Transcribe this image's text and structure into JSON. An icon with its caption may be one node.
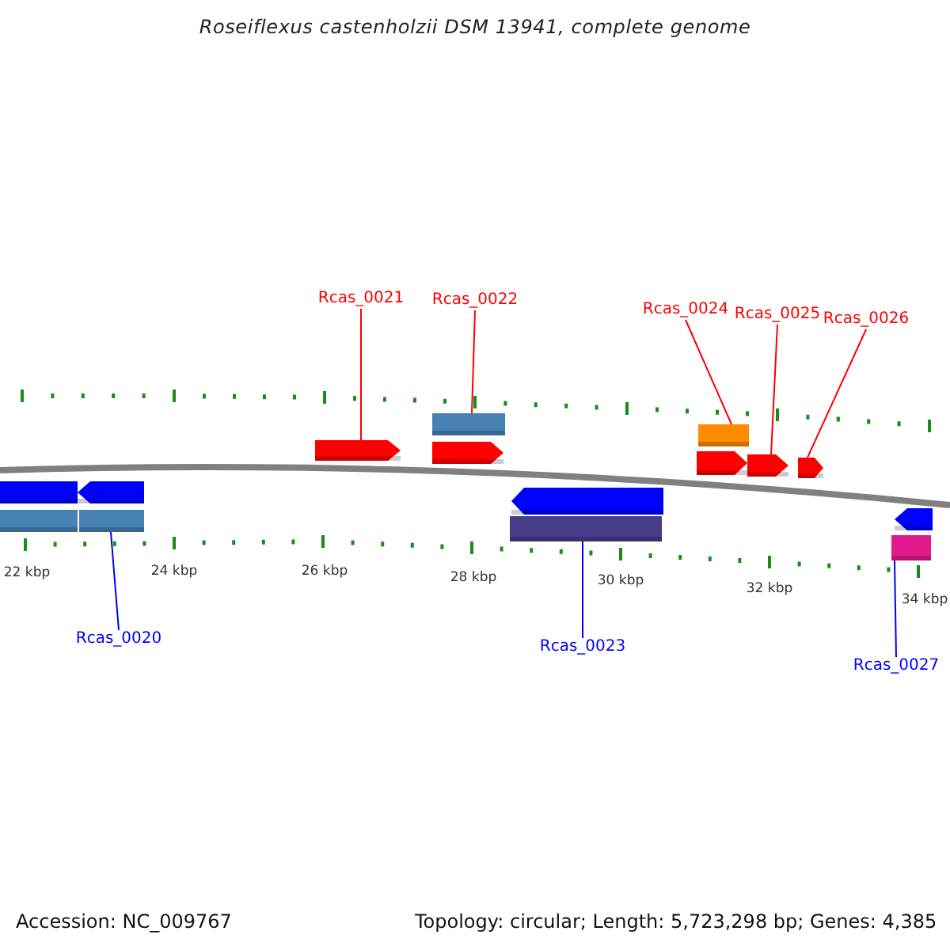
{
  "diagram": {
    "title": "Roseiflexus castenholzii DSM 13941, complete genome",
    "nodes": [
      {
        "text": [
          "Rcas_0020"
        ]
      },
      {
        "text": [
          "Rcas_0021"
        ]
      },
      {
        "text": [
          "Rcas_0022"
        ]
      },
      {
        "text": [
          "Rcas_0023"
        ]
      },
      {
        "text": [
          "Rcas_0024"
        ]
      },
      {
        "text": [
          "Rcas_0025"
        ]
      },
      {
        "text": [
          "Rcas_0026"
        ]
      },
      {
        "text": [
          "Rcas_0027"
        ]
      },
      {
        "text": [],
        "shape": "bar"
      },
      {
        "text": [],
        "shape": "bar"
      },
      {
        "text": [],
        "shape": "arrow"
      },
      {
        "text": [],
        "shape": "bar"
      },
      {
        "text": [],
        "shape": "arrow"
      },
      {
        "text": [],
        "shape": "bar"
      },
      {
        "text": [],
        "shape": "arrow"
      },
      {
        "text": [],
        "shape": "arrow"
      },
      {
        "text": [],
        "shape": "bar"
      },
      {
        "text": [],
        "shape": "bar"
      },
      {
        "text": [],
        "shape": "arrow"
      },
      {
        "text": [],
        "shape": "arrow"
      },
      {
        "text": [],
        "shape": "arrow"
      },
      {
        "text": [],
        "shape": "arrow"
      },
      {
        "text": [],
        "shape": "bar"
      }
    ],
    "edges": [
      {
        "from": 0,
        "to": 11,
        "arrow": "none",
        "color": "#0000ff"
      },
      {
        "from": 1,
        "to": 12,
        "arrow": "none"
      },
      {
        "from": 2,
        "to": 13,
        "arrow": "none"
      },
      {
        "from": 3,
        "to": 16,
        "arrow": "none",
        "color": "#0000ff"
      },
      {
        "from": 4,
        "to": 17,
        "arrow": "none"
      },
      {
        "from": 5,
        "to": 19,
        "arrow": "none"
      },
      {
        "from": 6,
        "to": 20,
        "arrow": "none"
      },
      {
        "from": 7,
        "to": 22,
        "arrow": "none",
        "color": "#0000ff"
      }
    ],
    "labels": [
      "22 kbp",
      "24 kbp",
      "26 kbp",
      "28 kbp",
      "30 kbp",
      "32 kbp",
      "34 kbp",
      "Accession: NC_009767",
      "Topology: circular; Length: 5,723,298 bp; Genes: 4,385"
    ]
  }
}
